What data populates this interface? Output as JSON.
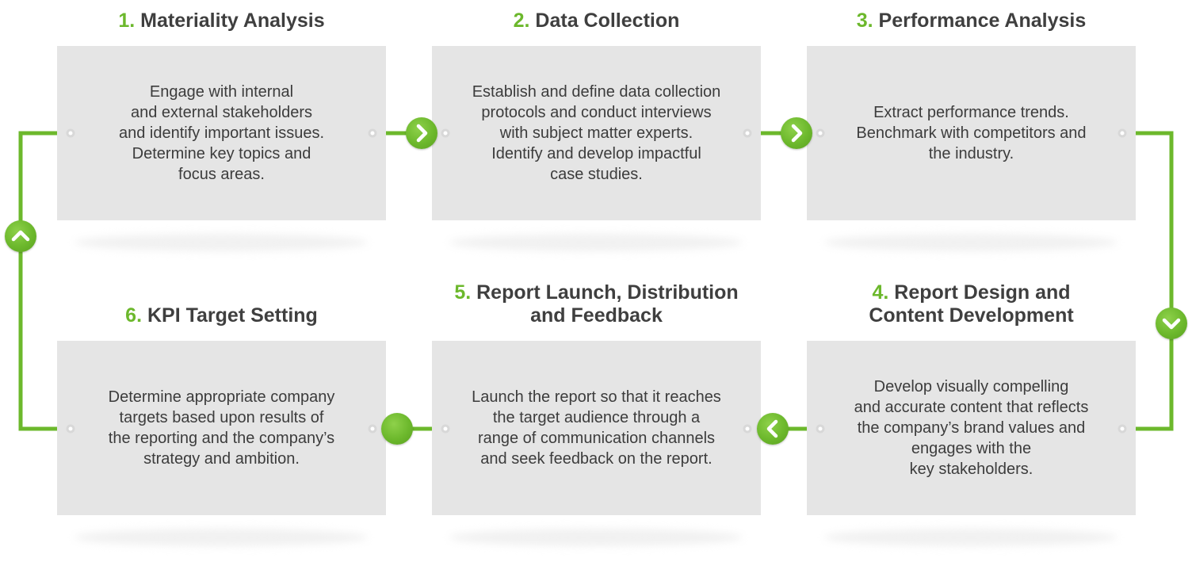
{
  "colors": {
    "accent": "#6cb82c",
    "box": "#e5e5e5",
    "title": "#3f3f3f",
    "text": "#3c3c3c"
  },
  "steps": [
    {
      "num": "1.",
      "title": "Materiality Analysis",
      "description": "Engage with internal\nand external stakeholders\nand identify important issues.\nDetermine key topics and\nfocus areas."
    },
    {
      "num": "2.",
      "title": "Data Collection",
      "description": "Establish and define data collection\nprotocols and conduct interviews\nwith subject matter experts.\nIdentify and develop impactful\ncase studies."
    },
    {
      "num": "3.",
      "title": "Performance Analysis",
      "description": "Extract performance trends.\nBenchmark with competitors and\nthe industry."
    },
    {
      "num": "4.",
      "title": "Report Design and\nContent Development",
      "description": "Develop visually compelling\nand accurate content that reflects\nthe company’s brand values and\nengages with the\nkey stakeholders."
    },
    {
      "num": "5.",
      "title": "Report Launch, Distribution\nand Feedback",
      "description": "Launch the report so that it reaches\nthe target audience through a\nrange of communication channels\nand seek feedback on the report."
    },
    {
      "num": "6.",
      "title": "KPI Target Setting",
      "description": "Determine appropriate company\ntargets based upon results of\nthe reporting and the company’s\nstrategy and ambition."
    }
  ],
  "flow": [
    {
      "from": "1",
      "to": "2",
      "icon": "chevron-right-icon"
    },
    {
      "from": "2",
      "to": "3",
      "icon": "chevron-right-icon"
    },
    {
      "from": "3",
      "to": "4",
      "icon": "chevron-down-icon"
    },
    {
      "from": "4",
      "to": "5",
      "icon": "chevron-left-icon"
    },
    {
      "from": "5",
      "to": "6",
      "icon": "circle-icon"
    },
    {
      "from": "6",
      "to": "1",
      "icon": "chevron-up-icon"
    }
  ]
}
